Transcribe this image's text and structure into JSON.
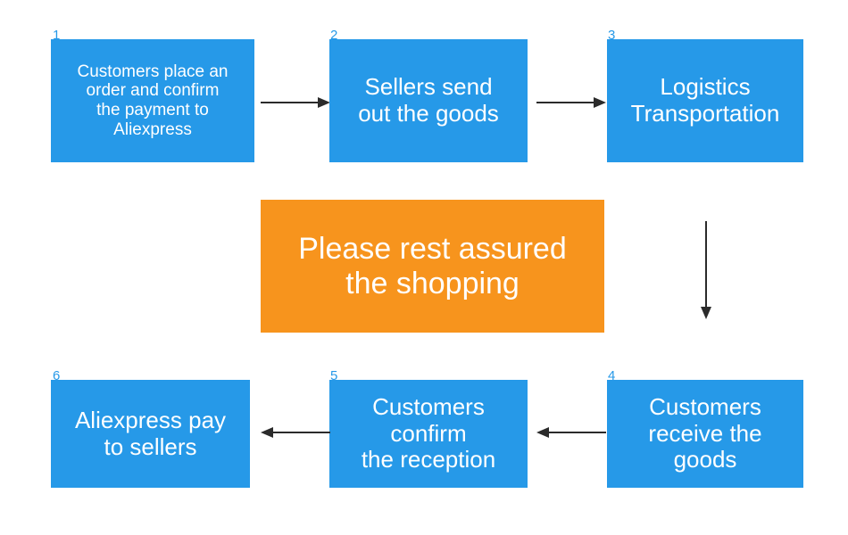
{
  "diagram": {
    "title_banner": {
      "text": "Please rest assured\nthe shopping",
      "color": "#f7941d"
    },
    "box_color": "#2699e8",
    "steps": [
      {
        "number": "1",
        "text": "Customers place an\norder and confirm\nthe payment to\nAliexpress",
        "font_size": 19
      },
      {
        "number": "2",
        "text": "Sellers send\nout the goods",
        "font_size": 26
      },
      {
        "number": "3",
        "text": "Logistics\nTransportation",
        "font_size": 26
      },
      {
        "number": "4",
        "text": "Customers\nreceive the\ngoods",
        "font_size": 26
      },
      {
        "number": "5",
        "text": "Customers\nconfirm\nthe reception",
        "font_size": 26
      },
      {
        "number": "6",
        "text": "Aliexpress pay\nto sellers",
        "font_size": 26
      }
    ],
    "connectors": [
      {
        "name": "arrow-step1-to-step2",
        "direction": "right"
      },
      {
        "name": "arrow-step2-to-step3",
        "direction": "right"
      },
      {
        "name": "arrow-step3-to-step4",
        "direction": "down"
      },
      {
        "name": "arrow-step4-to-step5",
        "direction": "left"
      },
      {
        "name": "arrow-step5-to-step6",
        "direction": "left"
      }
    ]
  }
}
